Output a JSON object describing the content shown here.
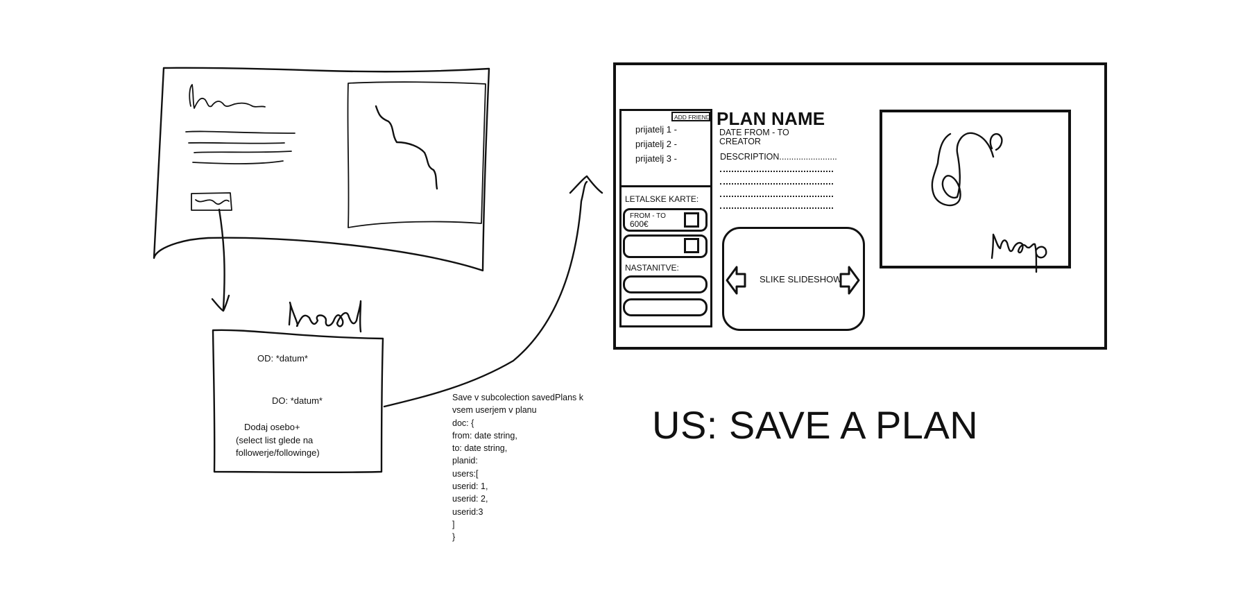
{
  "modal": {
    "od": "OD: *datum*",
    "do": "DO: *datum*",
    "add_person": "Dodaj osebo+",
    "select_hint": "(select list glede na followerje/followinge)"
  },
  "code_note": {
    "lines": [
      "Save v subcolection savedPlans k",
      "vsem userjem v planu",
      "doc: {",
      "from: date string,",
      "to: date string,",
      "planid:",
      "users:[",
      "userid: 1,",
      "userid: 2,",
      "userid:3",
      "]",
      "}"
    ]
  },
  "mockup": {
    "add_friend": "ADD FRIEND",
    "friends": [
      "prijatelj 1 -",
      "prijatelj 2 -",
      "prijatelj 3 -"
    ],
    "tickets_label": "LETALSKE KARTE:",
    "ticket_route": "FROM - TO",
    "ticket_price": "600€",
    "stays_label": "NASTANITVE:",
    "plan_name": "PLAN NAME",
    "date_range": "DATE FROM - TO",
    "creator": "CREATOR",
    "description": "DESCRIPTION........................",
    "slideshow_label": "SLIKE SLIDESHOW"
  },
  "title": "US: SAVE A PLAN"
}
